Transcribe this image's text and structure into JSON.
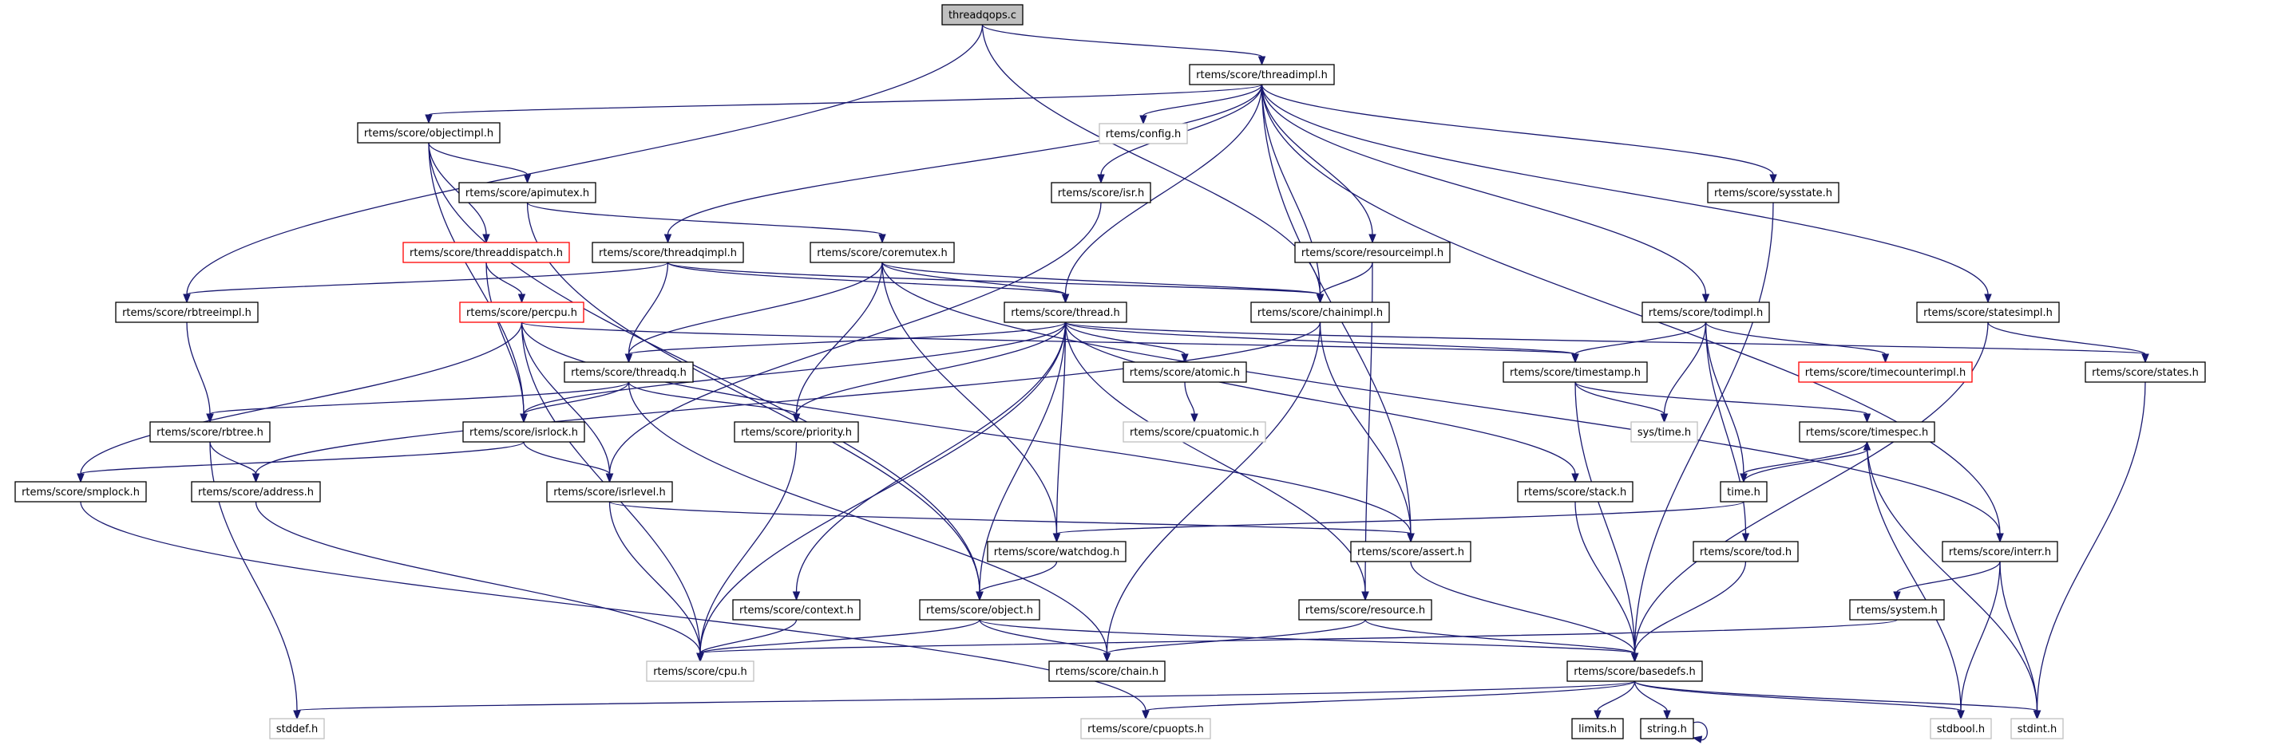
{
  "title": "Include dependency graph for threadqops.c",
  "colors": {
    "edge": "#191970",
    "root_fill": "#bfbfbf",
    "node_border": "#000000",
    "missing_border": "#bfbfbf",
    "truncated_border": "#ff0000"
  },
  "nodes": [
    {
      "id": "threadqops",
      "label": "threadqops.c",
      "kind": "root"
    },
    {
      "id": "threadimpl",
      "label": "rtems/score/threadimpl.h",
      "kind": "normal"
    },
    {
      "id": "objectimpl",
      "label": "rtems/score/objectimpl.h",
      "kind": "normal"
    },
    {
      "id": "config",
      "label": "rtems/config.h",
      "kind": "missing"
    },
    {
      "id": "apimutex",
      "label": "rtems/score/apimutex.h",
      "kind": "normal"
    },
    {
      "id": "isr",
      "label": "rtems/score/isr.h",
      "kind": "normal"
    },
    {
      "id": "sysstate",
      "label": "rtems/score/sysstate.h",
      "kind": "normal"
    },
    {
      "id": "threaddispatch",
      "label": "rtems/score/threaddispatch.h",
      "kind": "truncated"
    },
    {
      "id": "threadqimpl",
      "label": "rtems/score/threadqimpl.h",
      "kind": "normal"
    },
    {
      "id": "coremutex",
      "label": "rtems/score/coremutex.h",
      "kind": "normal"
    },
    {
      "id": "resourceimpl",
      "label": "rtems/score/resourceimpl.h",
      "kind": "normal"
    },
    {
      "id": "rbtreeimpl",
      "label": "rtems/score/rbtreeimpl.h",
      "kind": "normal"
    },
    {
      "id": "percpu",
      "label": "rtems/score/percpu.h",
      "kind": "truncated"
    },
    {
      "id": "thread",
      "label": "rtems/score/thread.h",
      "kind": "normal"
    },
    {
      "id": "chainimpl",
      "label": "rtems/score/chainimpl.h",
      "kind": "normal"
    },
    {
      "id": "todimpl",
      "label": "rtems/score/todimpl.h",
      "kind": "normal"
    },
    {
      "id": "statesimpl",
      "label": "rtems/score/statesimpl.h",
      "kind": "normal"
    },
    {
      "id": "threadq",
      "label": "rtems/score/threadq.h",
      "kind": "normal"
    },
    {
      "id": "atomic",
      "label": "rtems/score/atomic.h",
      "kind": "normal"
    },
    {
      "id": "timestamp",
      "label": "rtems/score/timestamp.h",
      "kind": "normal"
    },
    {
      "id": "timecounterimpl",
      "label": "rtems/score/timecounterimpl.h",
      "kind": "truncated"
    },
    {
      "id": "states",
      "label": "rtems/score/states.h",
      "kind": "normal"
    },
    {
      "id": "rbtree",
      "label": "rtems/score/rbtree.h",
      "kind": "normal"
    },
    {
      "id": "isrlock",
      "label": "rtems/score/isrlock.h",
      "kind": "normal"
    },
    {
      "id": "priority",
      "label": "rtems/score/priority.h",
      "kind": "normal"
    },
    {
      "id": "cpuatomic",
      "label": "rtems/score/cpuatomic.h",
      "kind": "missing"
    },
    {
      "id": "systime",
      "label": "sys/time.h",
      "kind": "missing"
    },
    {
      "id": "timespec",
      "label": "rtems/score/timespec.h",
      "kind": "normal"
    },
    {
      "id": "smplock",
      "label": "rtems/score/smplock.h",
      "kind": "normal"
    },
    {
      "id": "address",
      "label": "rtems/score/address.h",
      "kind": "normal"
    },
    {
      "id": "isrlevel",
      "label": "rtems/score/isrlevel.h",
      "kind": "normal"
    },
    {
      "id": "stack",
      "label": "rtems/score/stack.h",
      "kind": "normal"
    },
    {
      "id": "timeh",
      "label": "time.h",
      "kind": "normal"
    },
    {
      "id": "watchdog",
      "label": "rtems/score/watchdog.h",
      "kind": "normal"
    },
    {
      "id": "assert",
      "label": "rtems/score/assert.h",
      "kind": "normal"
    },
    {
      "id": "tod",
      "label": "rtems/score/tod.h",
      "kind": "normal"
    },
    {
      "id": "interr",
      "label": "rtems/score/interr.h",
      "kind": "normal"
    },
    {
      "id": "context",
      "label": "rtems/score/context.h",
      "kind": "normal"
    },
    {
      "id": "object",
      "label": "rtems/score/object.h",
      "kind": "normal"
    },
    {
      "id": "resource",
      "label": "rtems/score/resource.h",
      "kind": "normal"
    },
    {
      "id": "system",
      "label": "rtems/system.h",
      "kind": "normal"
    },
    {
      "id": "cpu",
      "label": "rtems/score/cpu.h",
      "kind": "missing"
    },
    {
      "id": "chain",
      "label": "rtems/score/chain.h",
      "kind": "normal"
    },
    {
      "id": "basedefs",
      "label": "rtems/score/basedefs.h",
      "kind": "normal"
    },
    {
      "id": "stddef",
      "label": "stddef.h",
      "kind": "missing"
    },
    {
      "id": "cpuopts",
      "label": "rtems/score/cpuopts.h",
      "kind": "missing"
    },
    {
      "id": "limits",
      "label": "limits.h",
      "kind": "normal"
    },
    {
      "id": "string",
      "label": "string.h",
      "kind": "normal"
    },
    {
      "id": "stdbool",
      "label": "stdbool.h",
      "kind": "missing"
    },
    {
      "id": "stdint",
      "label": "stdint.h",
      "kind": "missing"
    }
  ],
  "edges": [
    [
      "threadqops",
      "threadimpl"
    ],
    [
      "threadqops",
      "rbtreeimpl"
    ],
    [
      "threadqops",
      "chainimpl"
    ],
    [
      "threadimpl",
      "objectimpl"
    ],
    [
      "threadimpl",
      "config"
    ],
    [
      "threadimpl",
      "isr"
    ],
    [
      "threadimpl",
      "sysstate"
    ],
    [
      "threadimpl",
      "threadqimpl"
    ],
    [
      "threadimpl",
      "resourceimpl"
    ],
    [
      "threadimpl",
      "thread"
    ],
    [
      "threadimpl",
      "chainimpl"
    ],
    [
      "threadimpl",
      "todimpl"
    ],
    [
      "threadimpl",
      "statesimpl"
    ],
    [
      "threadimpl",
      "assert"
    ],
    [
      "threadimpl",
      "interr"
    ],
    [
      "objectimpl",
      "apimutex"
    ],
    [
      "objectimpl",
      "threaddispatch"
    ],
    [
      "objectimpl",
      "isrlock"
    ],
    [
      "objectimpl",
      "object"
    ],
    [
      "apimutex",
      "coremutex"
    ],
    [
      "apimutex",
      "object"
    ],
    [
      "isr",
      "isrlevel"
    ],
    [
      "sysstate",
      "basedefs"
    ],
    [
      "threaddispatch",
      "percpu"
    ],
    [
      "threaddispatch",
      "isrlock"
    ],
    [
      "threadqimpl",
      "rbtreeimpl"
    ],
    [
      "threadqimpl",
      "thread"
    ],
    [
      "threadqimpl",
      "threadq"
    ],
    [
      "threadqimpl",
      "chainimpl"
    ],
    [
      "coremutex",
      "thread"
    ],
    [
      "coremutex",
      "threadq"
    ],
    [
      "coremutex",
      "priority"
    ],
    [
      "coremutex",
      "watchdog"
    ],
    [
      "coremutex",
      "interr"
    ],
    [
      "coremutex",
      "chainimpl"
    ],
    [
      "resourceimpl",
      "chainimpl"
    ],
    [
      "resourceimpl",
      "resource"
    ],
    [
      "rbtreeimpl",
      "rbtree"
    ],
    [
      "percpu",
      "smplock"
    ],
    [
      "percpu",
      "timestamp"
    ],
    [
      "percpu",
      "isrlevel"
    ],
    [
      "percpu",
      "assert"
    ],
    [
      "percpu",
      "cpu"
    ],
    [
      "thread",
      "threadq"
    ],
    [
      "thread",
      "atomic"
    ],
    [
      "thread",
      "timestamp"
    ],
    [
      "thread",
      "states"
    ],
    [
      "thread",
      "isrlock"
    ],
    [
      "thread",
      "priority"
    ],
    [
      "thread",
      "watchdog"
    ],
    [
      "thread",
      "object"
    ],
    [
      "thread",
      "context"
    ],
    [
      "thread",
      "resource"
    ],
    [
      "thread",
      "stack"
    ],
    [
      "thread",
      "cpu"
    ],
    [
      "chainimpl",
      "chain"
    ],
    [
      "chainimpl",
      "assert"
    ],
    [
      "chainimpl",
      "address"
    ],
    [
      "todimpl",
      "timestamp"
    ],
    [
      "todimpl",
      "timecounterimpl"
    ],
    [
      "todimpl",
      "systime"
    ],
    [
      "todimpl",
      "timeh"
    ],
    [
      "todimpl",
      "tod"
    ],
    [
      "statesimpl",
      "states"
    ],
    [
      "statesimpl",
      "basedefs"
    ],
    [
      "threadq",
      "rbtree"
    ],
    [
      "threadq",
      "isrlock"
    ],
    [
      "threadq",
      "priority"
    ],
    [
      "threadq",
      "chain"
    ],
    [
      "atomic",
      "cpuatomic"
    ],
    [
      "timestamp",
      "systime"
    ],
    [
      "timestamp",
      "timespec"
    ],
    [
      "timestamp",
      "basedefs"
    ],
    [
      "states",
      "stdint"
    ],
    [
      "rbtree",
      "address"
    ],
    [
      "rbtree",
      "stddef"
    ],
    [
      "isrlock",
      "isrlevel"
    ],
    [
      "isrlock",
      "smplock"
    ],
    [
      "priority",
      "cpu"
    ],
    [
      "timespec",
      "timeh"
    ],
    [
      "timespec",
      "stdbool"
    ],
    [
      "timespec",
      "stdint"
    ],
    [
      "timeh",
      "timespec"
    ],
    [
      "timeh",
      "watchdog"
    ],
    [
      "smplock",
      "cpuopts"
    ],
    [
      "address",
      "cpu"
    ],
    [
      "isrlevel",
      "cpu"
    ],
    [
      "isrlevel",
      "assert"
    ],
    [
      "stack",
      "basedefs"
    ],
    [
      "watchdog",
      "object"
    ],
    [
      "assert",
      "basedefs"
    ],
    [
      "tod",
      "basedefs"
    ],
    [
      "interr",
      "system"
    ],
    [
      "interr",
      "stdbool"
    ],
    [
      "interr",
      "stdint"
    ],
    [
      "context",
      "cpu"
    ],
    [
      "object",
      "cpu"
    ],
    [
      "object",
      "chain"
    ],
    [
      "object",
      "basedefs"
    ],
    [
      "resource",
      "chain"
    ],
    [
      "resource",
      "basedefs"
    ],
    [
      "system",
      "cpu"
    ],
    [
      "basedefs",
      "stddef"
    ],
    [
      "basedefs",
      "cpuopts"
    ],
    [
      "basedefs",
      "limits"
    ],
    [
      "basedefs",
      "string"
    ],
    [
      "basedefs",
      "stdbool"
    ],
    [
      "basedefs",
      "stdint"
    ],
    [
      "string",
      "string"
    ]
  ]
}
